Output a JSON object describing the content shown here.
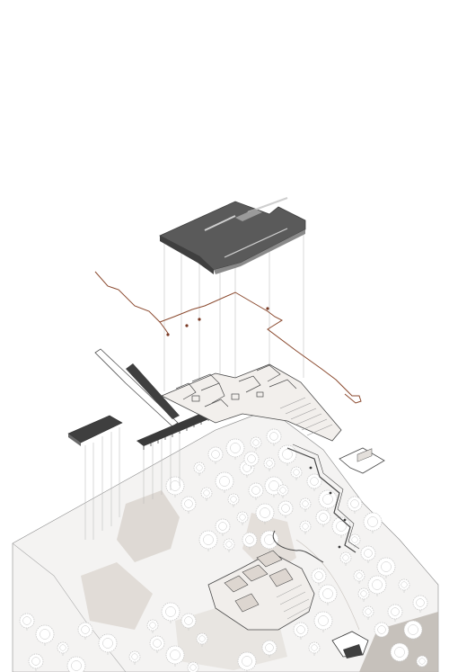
{
  "diagram": {
    "kind": "exploded axonometric architectural drawing",
    "colors": {
      "background": "#ffffff",
      "roof": "#5a5a5a",
      "roof_dark": "#3f3f3f",
      "roof_light": "#8a8a8a",
      "route_line": "#8b4a2f",
      "route_dot": "#7a3a25",
      "ground": "#e9e6e3",
      "ground_shadow": "#c9c2bc",
      "tree": "#c7c7c7",
      "line": "#6a6a6a",
      "projection": "#b5b5b5"
    },
    "layers": [
      "roof-layer",
      "route-layer",
      "floor-plan-layer",
      "site-layer"
    ]
  }
}
